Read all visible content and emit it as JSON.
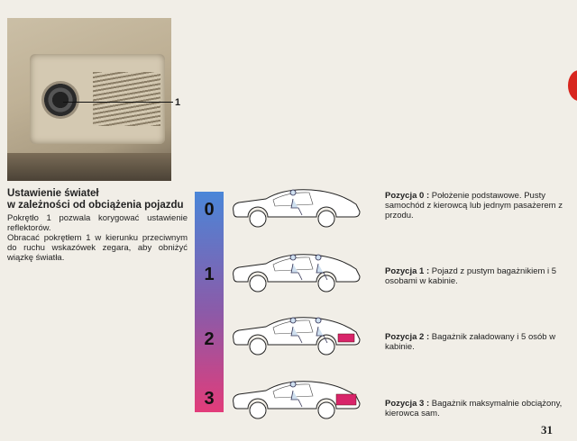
{
  "callout_label": "1",
  "section": {
    "title_line1": "Ustawienie świateł",
    "title_line2": "w zależności od obciążenia pojazdu",
    "para1": "Pokrętło 1 pozwala korygować ustawienie reflektorów.",
    "para2": "Obracać pokrętłem 1 w kierunku przeciwnym do ruchu wskazówek zegara, aby obniżyć wiązkę światła."
  },
  "positions": [
    {
      "num": "0",
      "label": "Pozycja 0 :",
      "text": "Położenie podstawowe. Pusty samochód z kierowcą lub jednym pasażerem z przodu."
    },
    {
      "num": "1",
      "label": "Pozycja 1 :",
      "text": "Pojazd z pustym bagażnikiem i 5 osobami w kabinie."
    },
    {
      "num": "2",
      "label": "Pozycja 2 :",
      "text": "Bagażnik załadowany i 5 osób w kabinie."
    },
    {
      "num": "3",
      "label": "Pozycja 3 :",
      "text": "Bagażnik maksymalnie obciążony, kierowca sam."
    }
  ],
  "page_number": "31",
  "colors": {
    "bar_top": "#4a86d8",
    "bar_bottom": "#e23c7a",
    "luggage": "#d8246a",
    "tab": "#d8261e"
  }
}
